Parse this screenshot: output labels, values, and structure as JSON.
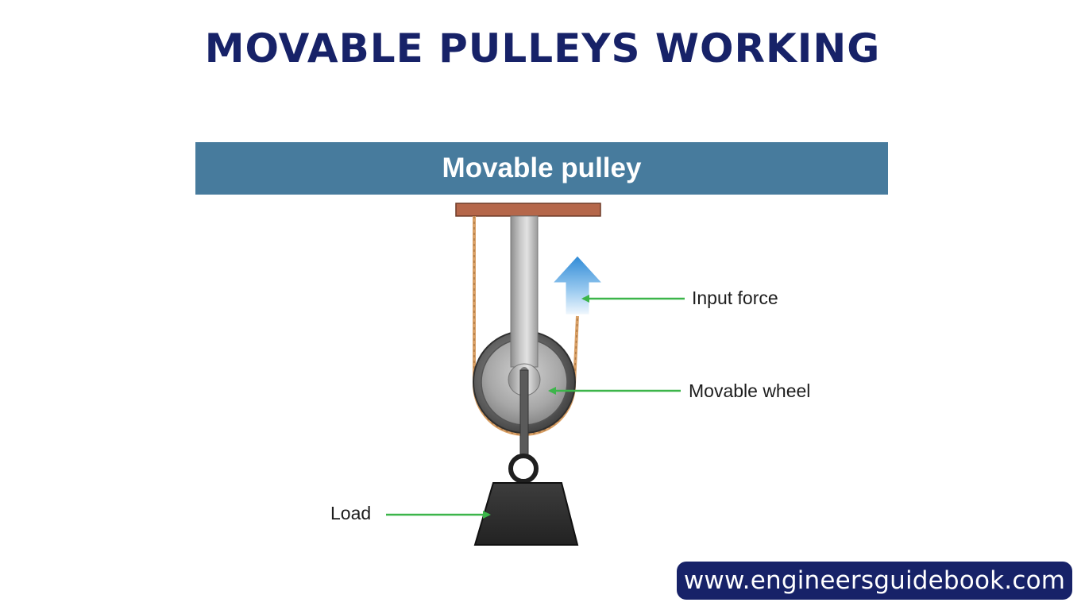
{
  "header": {
    "title": "MOVABLE PULLEYS WORKING"
  },
  "diagram": {
    "banner_label": "Movable pulley",
    "labels": {
      "input_force": "Input force",
      "movable_wheel": "Movable wheel",
      "load": "Load"
    },
    "colors": {
      "title": "#172268",
      "banner": "#477b9d",
      "arrow": "#3cb54a",
      "rope": "#d9a066",
      "beam": "#b5674a"
    }
  },
  "footer": {
    "website": "www.engineersguidebook.com"
  }
}
